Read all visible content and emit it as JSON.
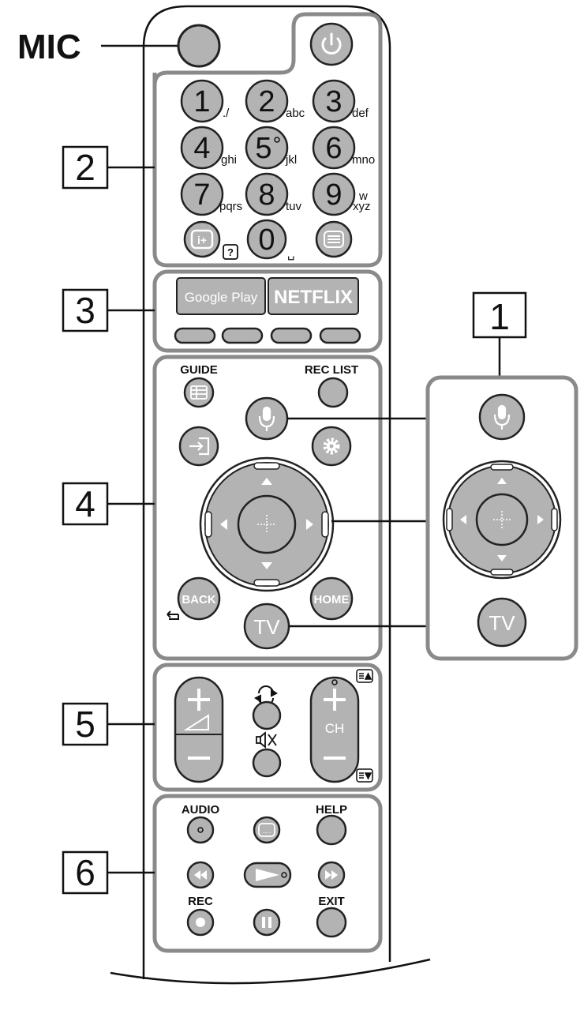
{
  "callouts": {
    "mic": "MIC",
    "c1": "1",
    "c2": "2",
    "c3": "3",
    "c4": "4",
    "c5": "5",
    "c6": "6"
  },
  "numpad": [
    {
      "digit": "1",
      "sub": "./"
    },
    {
      "digit": "2",
      "sub": "abc"
    },
    {
      "digit": "3",
      "sub": "def"
    },
    {
      "digit": "4",
      "sub": "ghi"
    },
    {
      "digit": "5",
      "sub": "jkl"
    },
    {
      "digit": "6",
      "sub": "mno"
    },
    {
      "digit": "7",
      "sub": "pqrs"
    },
    {
      "digit": "8",
      "sub": "tuv"
    },
    {
      "digit": "9",
      "sub": "xyz",
      "sub_top": "w"
    },
    {
      "digit": "0",
      "sub": "␣"
    }
  ],
  "apps": {
    "google_play": "Google Play",
    "netflix": "NETFLIX"
  },
  "section4": {
    "guide": "GUIDE",
    "rec_list": "REC LIST",
    "back": "BACK",
    "home": "HOME",
    "tv": "TV"
  },
  "section5": {
    "ch": "CH"
  },
  "section6": {
    "audio": "AUDIO",
    "help": "HELP",
    "rec": "REC",
    "exit": "EXIT"
  },
  "colors": {
    "button_fill": "#b3b3b3",
    "section_frame": "#8a8a8a",
    "outline": "#111111"
  }
}
